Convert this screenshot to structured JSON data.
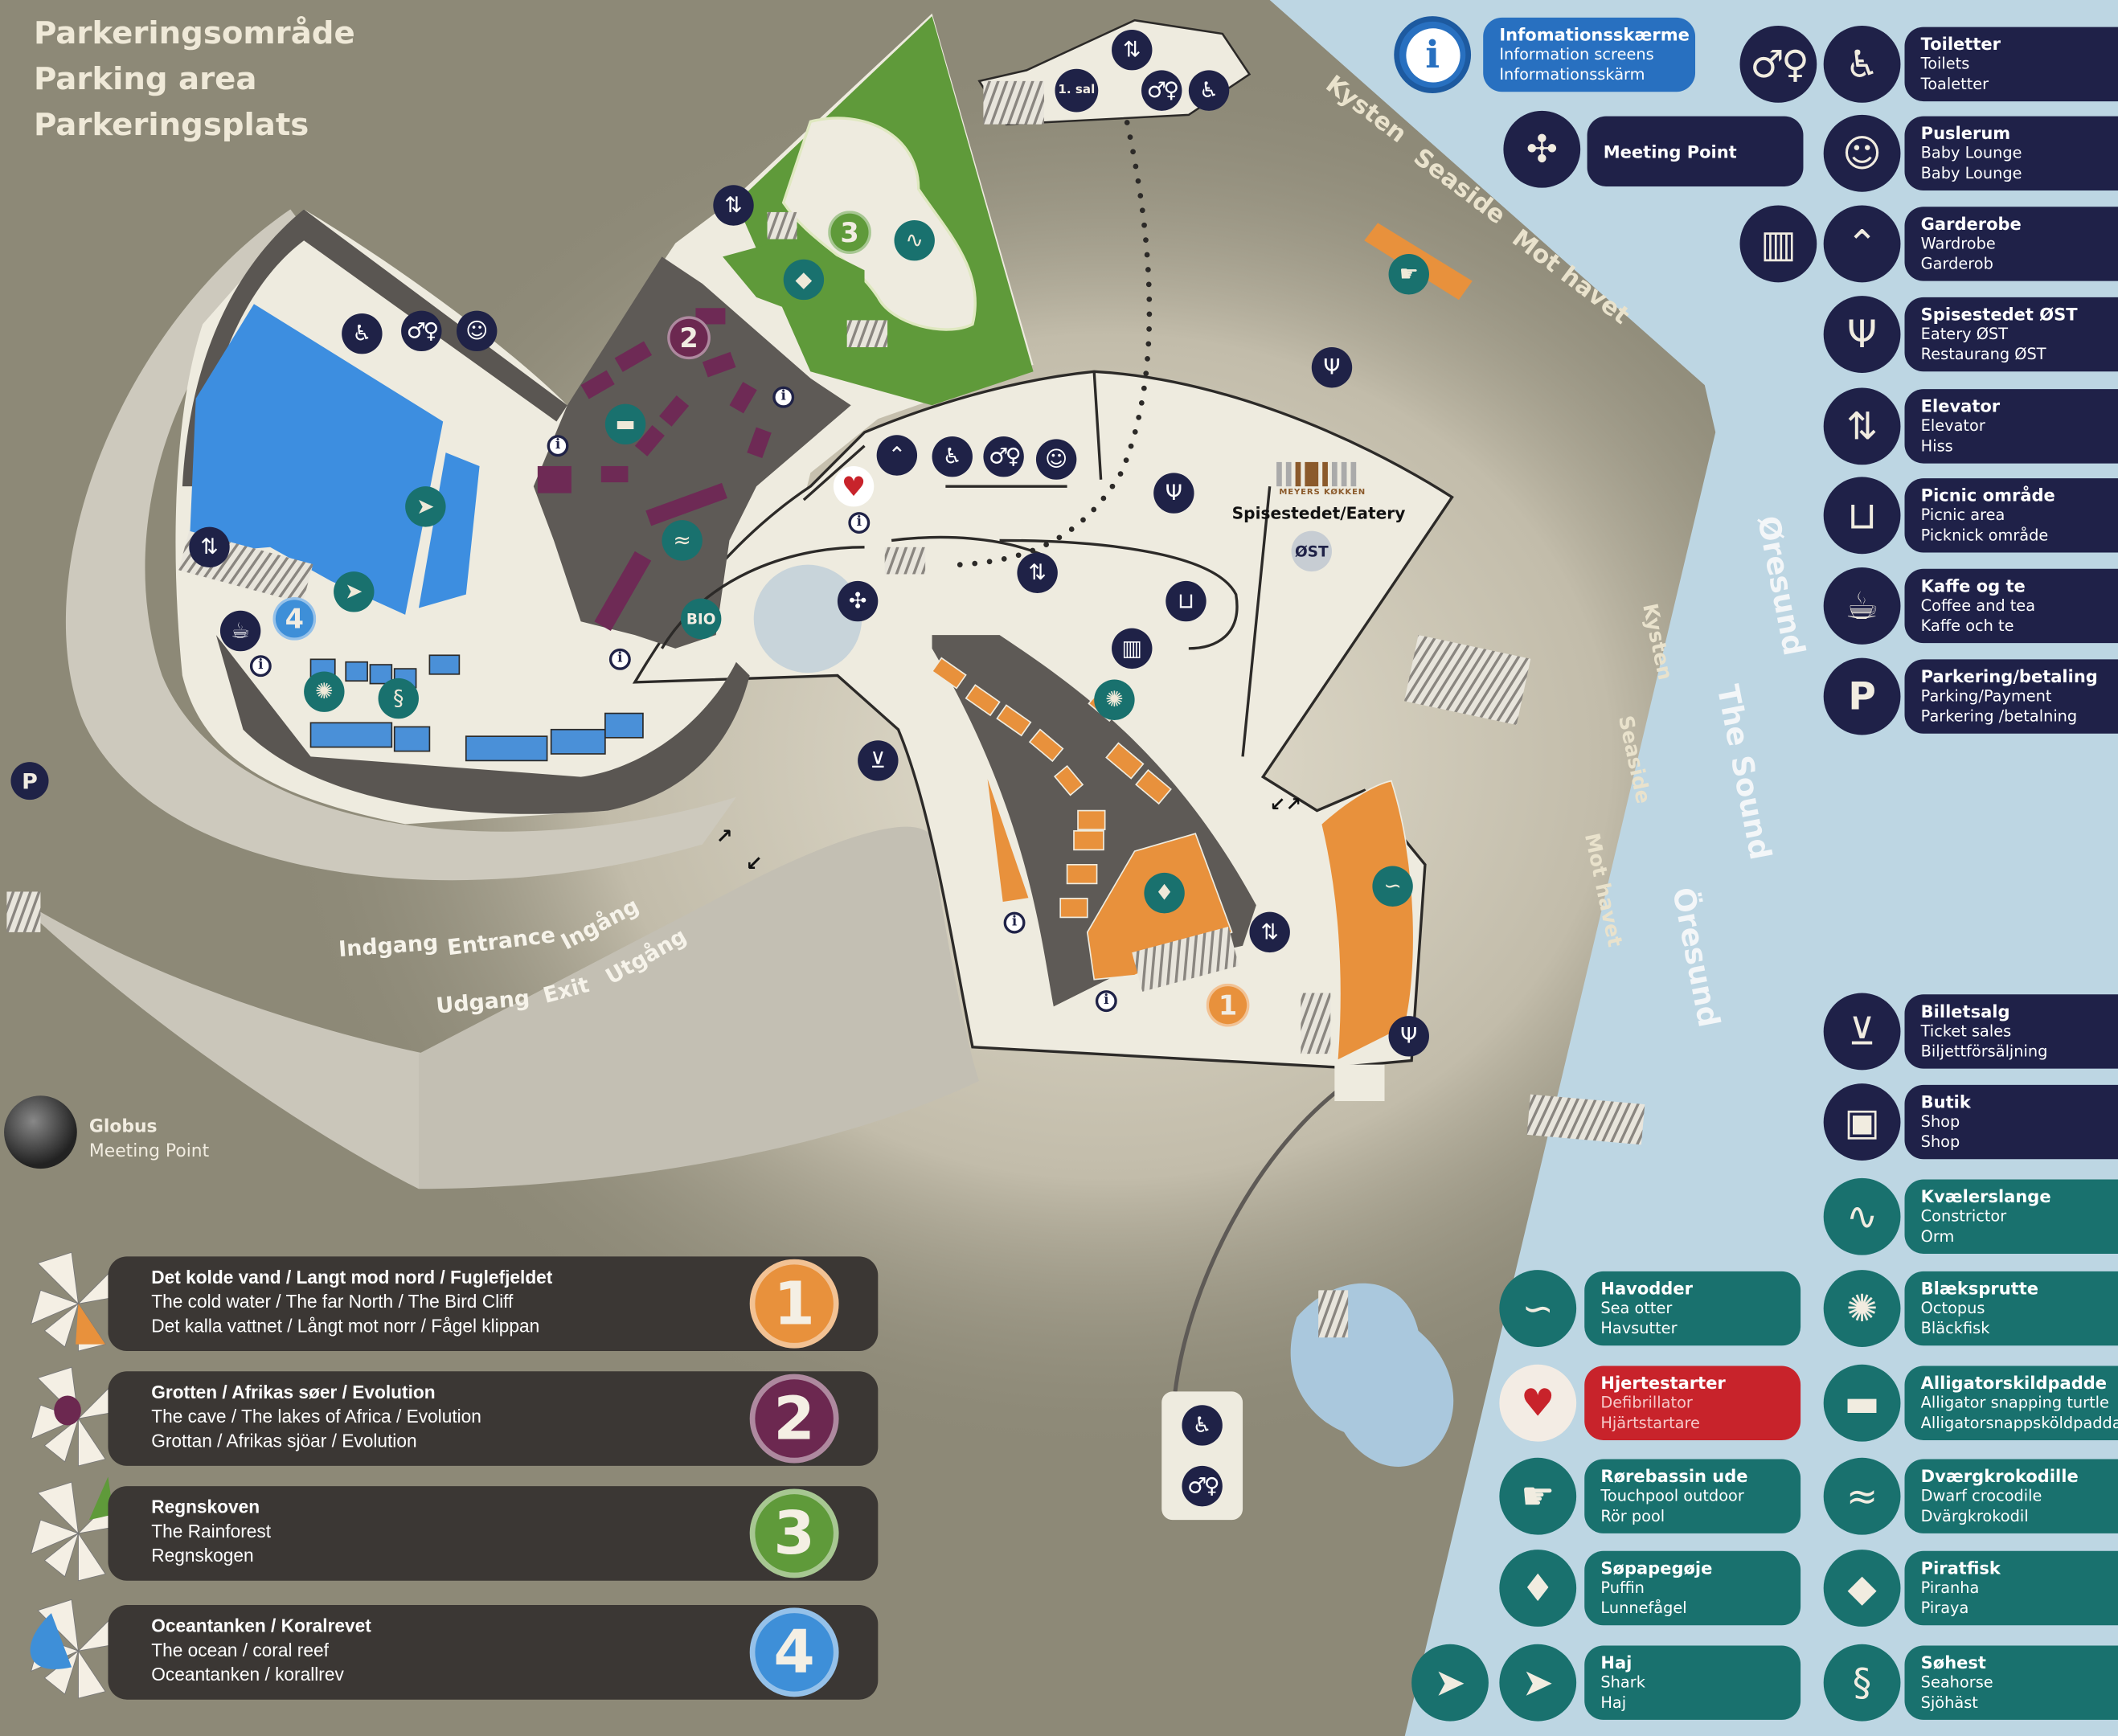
{
  "header": {
    "lines": [
      "Parkeringsområde",
      "Parking area",
      "Parkeringsplats"
    ]
  },
  "map_labels": {
    "coast_top": [
      "Kysten",
      "Seaside",
      "Mot havet"
    ],
    "coast_right": [
      "Kysten",
      "Seaside",
      "Mot havet"
    ],
    "sound": [
      "Øresund",
      "The Sound",
      "Öresund"
    ],
    "entrance": [
      "Indgang",
      "Entrance",
      "Ingång"
    ],
    "exit": [
      "Udgang",
      "Exit",
      "Utgång"
    ],
    "eatery": "Spisestedet/Eatery",
    "eatery_brand": "MEYERS KØKKEN",
    "east": "ØST",
    "cinema": "BIO",
    "floor": "1. sal",
    "parking": "P"
  },
  "globus": {
    "title": "Globus",
    "subtitle": "Meeting Point"
  },
  "legend": {
    "info": {
      "icon": "info",
      "variant": "blue",
      "title": "Infomationsskærme",
      "en": "Information screens",
      "sv": "Informationsskärm"
    },
    "meeting_point": {
      "icon": "meeting",
      "label": "Meeting Point"
    },
    "right": [
      {
        "icon": "wheelchair",
        "extra_icon": "toilets",
        "variant": "navy",
        "title": "Toiletter",
        "en": "Toilets",
        "sv": "Toaletter"
      },
      {
        "icon": "baby",
        "variant": "navy",
        "title": "Puslerum",
        "en": "Baby Lounge",
        "sv": "Baby Lounge"
      },
      {
        "icon": "wardrobe",
        "extra_icon": "luggage",
        "variant": "navy",
        "title": "Garderobe",
        "en": "Wardrobe",
        "sv": "Garderob"
      },
      {
        "icon": "eatery",
        "variant": "navy",
        "title": "Spisestedet ØST",
        "en": "Eatery ØST",
        "sv": "Restaurang ØST"
      },
      {
        "icon": "elevator",
        "variant": "navy",
        "title": "Elevator",
        "en": "Elevator",
        "sv": "Hiss"
      },
      {
        "icon": "picnic",
        "variant": "navy",
        "title": "Picnic område",
        "en": "Picnic area",
        "sv": "Picknick område"
      },
      {
        "icon": "coffee",
        "variant": "navy",
        "title": "Kaffe og te",
        "en": "Coffee and tea",
        "sv": "Kaffe och te"
      },
      {
        "icon": "parking",
        "variant": "navy",
        "title": "Parkering/betaling",
        "en": "Parking/Payment",
        "sv": "Parkering /betalning"
      },
      {
        "icon": "cart",
        "variant": "navy",
        "title": "Billetsalg",
        "en": "Ticket sales",
        "sv": "Biljettförsäljning"
      },
      {
        "icon": "shop",
        "variant": "navy",
        "title": "Butik",
        "en": "Shop",
        "sv": "Shop"
      },
      {
        "icon": "constrictor",
        "variant": "teal",
        "title": "Kvælerslange",
        "en": "Constrictor",
        "sv": "Orm"
      },
      {
        "icon": "octopus",
        "variant": "teal",
        "title": "Blæksprutte",
        "en": "Octopus",
        "sv": "Bläckfisk"
      },
      {
        "icon": "turtle",
        "variant": "teal",
        "title": "Alligatorskildpadde",
        "en": "Alligator snapping turtle",
        "sv": "Alligatorsnappsköldpadda"
      },
      {
        "icon": "crocodile",
        "variant": "teal",
        "title": "Dværgkrokodille",
        "en": "Dwarf crocodile",
        "sv": "Dvärgkrokodil"
      },
      {
        "icon": "piranha",
        "variant": "teal",
        "title": "Piratfisk",
        "en": "Piranha",
        "sv": "Piraya"
      },
      {
        "icon": "seahorse",
        "variant": "teal",
        "title": "Søhest",
        "en": "Seahorse",
        "sv": "Sjöhäst"
      }
    ],
    "left": [
      {
        "icon": "seaotter",
        "variant": "teal",
        "title": "Havodder",
        "en": "Sea otter",
        "sv": "Havsutter"
      },
      {
        "icon": "heart",
        "variant": "red",
        "title": "Hjertestarter",
        "en": "Defibrillator",
        "sv": "Hjärtstartare"
      },
      {
        "icon": "touchpool",
        "variant": "teal",
        "title": "Rørebassin ude",
        "en": "Touchpool outdoor",
        "sv": "Rör pool"
      },
      {
        "icon": "puffin",
        "variant": "teal",
        "title": "Søpapegøje",
        "en": "Puffin",
        "sv": "Lunnefågel"
      },
      {
        "icon": "shark",
        "extra_icon": "shark",
        "variant": "teal",
        "title": "Haj",
        "en": "Shark",
        "sv": "Haj"
      }
    ]
  },
  "zones": [
    {
      "number": "1",
      "color": "#e8913c",
      "title": "Det kolde vand / Langt mod nord / Fuglefjeldet",
      "en": "The cold water / The far North / The Bird Cliff",
      "sv": "Det kalla vattnet / Långt mot norr / Fågel klippan"
    },
    {
      "number": "2",
      "color": "#6c2850",
      "title": "Grotten / Afrikas søer / Evolution",
      "en": "The cave / The lakes of Africa / Evolution",
      "sv": "Grottan / Afrikas sjöar / Evolution"
    },
    {
      "number": "3",
      "color": "#5f9a3a",
      "title": "Regnskoven",
      "en": "The Rainforest",
      "sv": "Regnskogen"
    },
    {
      "number": "4",
      "color": "#3e8fd8",
      "title": "Oceantanken / Koralrevet",
      "en": "The ocean / coral reef",
      "sv": "Oceantanken / korallrev"
    }
  ],
  "colors": {
    "background": "#8d8977",
    "sea": "#bdd6e3",
    "navy": "#1f2148",
    "teal": "#19716e",
    "red": "#c8232b",
    "info_blue": "#2870c0",
    "floor": "#eeebdf"
  }
}
